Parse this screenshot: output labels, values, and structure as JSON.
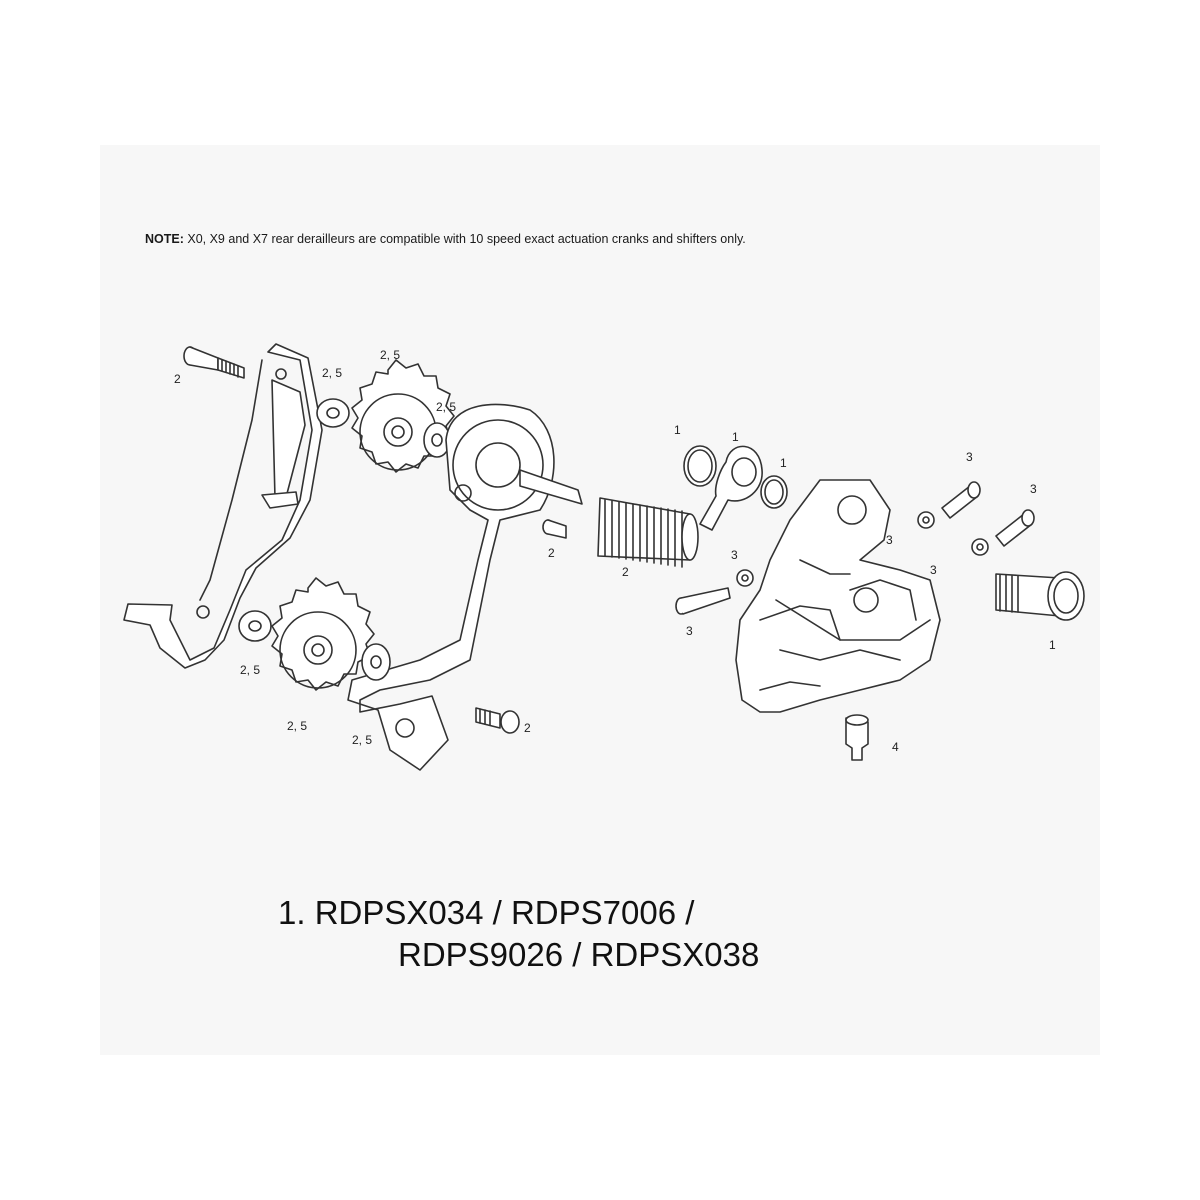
{
  "note": {
    "label": "NOTE:",
    "text": " X0, X9 and X7 rear derailleurs are compatible with 10 speed exact actuation cranks and shifters only."
  },
  "callouts": {
    "c_bolt_top": "2",
    "c_washer_top": "2, 5",
    "c_pulley_top": "2, 5",
    "c_washer_top_r": "2, 5",
    "c_oring": "1",
    "c_bushing": "1",
    "c_seal": "1",
    "c_pin_small": "2",
    "c_spring": "2",
    "c_screw_mid": "3",
    "c_screw_mid_label": "3",
    "c_screw_tr1": "3",
    "c_screw_tr2": "3",
    "c_body_3a": "3",
    "c_body_3b": "3",
    "c_bolt_body": "1",
    "c_washer_bot": "2, 5",
    "c_pulley_bot": "2, 5",
    "c_washer_bot_r": "2, 5",
    "c_bolt_bot": "2",
    "c_limit_screw": "4"
  },
  "part_numbers": {
    "line1": "1. RDPSX034 / RDPS7006 /",
    "line2": "RDPS9026 / RDPSX038"
  }
}
